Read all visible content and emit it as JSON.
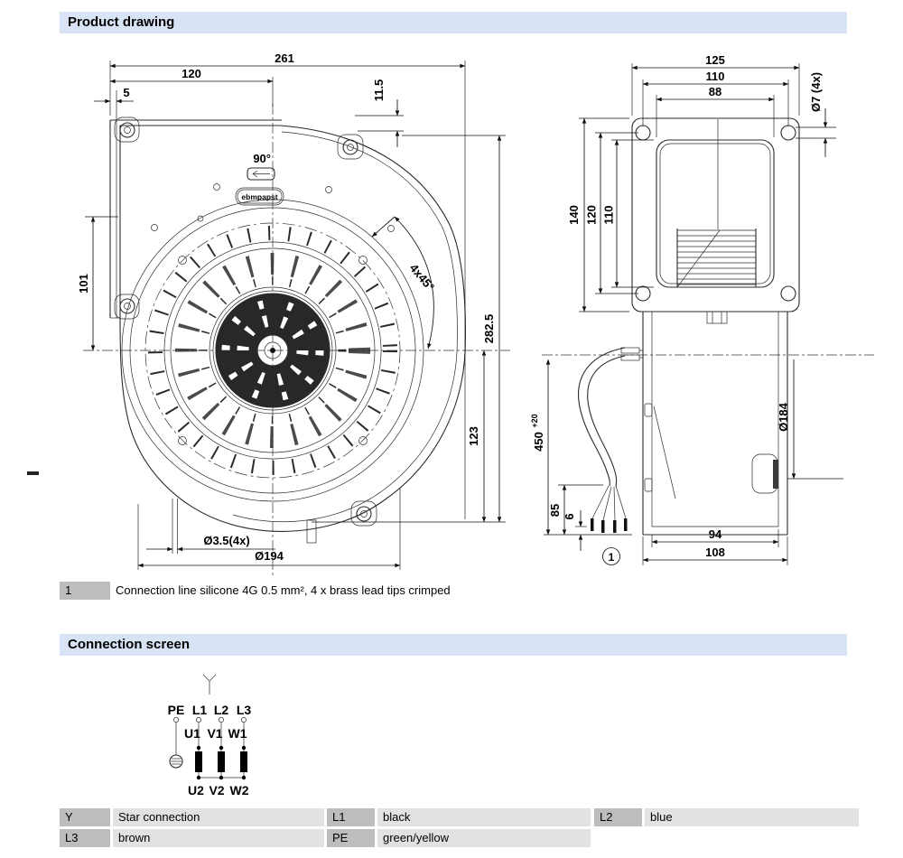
{
  "product_drawing": {
    "title": "Product drawing",
    "front_view": {
      "dim_overall_width": "261",
      "dim_inlet_x": "120",
      "dim_flange_lip": "5",
      "dim_top_offset": "11.5",
      "angle_rotation": "90°",
      "dim_left_height": "101",
      "dim_overall_height": "282.5",
      "dim_center_to_bottom": "123",
      "angle_hole_pattern": "4x45°",
      "dim_mount_holes": "Ø3.5(4x)",
      "dim_inlet_dia": "Ø194",
      "logo_text": "ebmpapst"
    },
    "side_view": {
      "dim_flange_width": "125",
      "dim_hole_pitch_x": "110",
      "dim_opening_width": "88",
      "dim_flange_holes": "Ø7 (4x)",
      "dim_flange_height": "140",
      "dim_hole_pitch_y": "120",
      "dim_opening_height": "110",
      "dim_cable_length": "450",
      "dim_cable_length_tol": "+20",
      "dim_strip_length": "85",
      "dim_tip_length": "6",
      "dim_impeller_dia": "Ø184",
      "dim_depth_inner": "94",
      "dim_depth_outer": "108",
      "callout_ref": "1"
    },
    "note": {
      "ref": "1",
      "text": "Connection line silicone 4G 0.5 mm², 4 x brass lead tips crimped"
    }
  },
  "connection_screen": {
    "title": "Connection screen",
    "diagram": {
      "star_symbol": "Y",
      "terminal_labels": [
        "PE",
        "L1",
        "L2",
        "L3"
      ],
      "winding_start_labels": [
        "U1",
        "V1",
        "W1"
      ],
      "winding_end_labels": [
        "U2",
        "V2",
        "W2"
      ]
    },
    "legend": {
      "cells": [
        {
          "key": "Y",
          "value": "Star connection"
        },
        {
          "key": "L1",
          "value": "black"
        },
        {
          "key": "L2",
          "value": "blue"
        },
        {
          "key": "L3",
          "value": "brown"
        },
        {
          "key": "PE",
          "value": "green/yellow"
        }
      ]
    }
  },
  "colors": {
    "header_bg": "#d8e4f6",
    "key_cell_bg": "#bdbdbd",
    "value_cell_bg": "#e2e2e2",
    "line": "#2b2b2b",
    "dim_line": "#111111"
  }
}
